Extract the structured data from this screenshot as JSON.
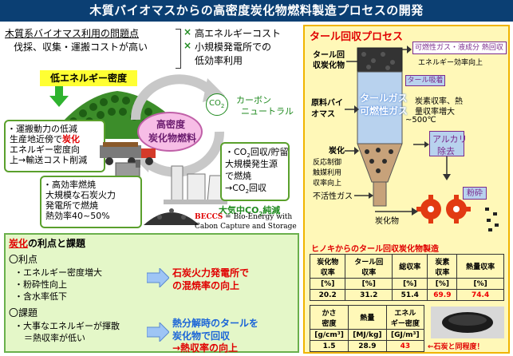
{
  "title": "木質バイオマスからの高密度炭化物燃料製造プロセスの開発",
  "left": {
    "problem_heading": "木質系バイオマス利用の問題点",
    "problem_text": "伐採、収集・運搬コストが高い",
    "check_items": [
      "高エネルギーコスト",
      "小規模発電所での",
      "低効率利用"
    ],
    "check_mark": "×",
    "low_energy_label": "低エネルギー密度",
    "transport_box": [
      "・運搬動力の低減",
      "生産地近傍で",
      "炭化",
      "エネルギー密度向",
      "上→輸送コスト削減"
    ],
    "center_label": [
      "高密度",
      "炭化物燃料"
    ],
    "co2_label": "CO",
    "co2_sub": "2",
    "carbon_neutral": [
      "カーボン",
      "ニュートラル"
    ],
    "co2_box": [
      "・CO",
      "2",
      "回収/貯留",
      "大規模発生源",
      "で燃焼",
      "→CO",
      "2",
      "回収"
    ],
    "efficiency_box": [
      "・高効率燃焼",
      "大規模な石炭火力",
      "発電所で燃焼",
      "熱効率40~50%"
    ],
    "negative_label": "大気中CO",
    "negative_sub": "2",
    "negative_suffix": "純減",
    "beccs": "BECCS",
    "beccs_text": "= Bio-Energy with",
    "beccs_text2": "Cabon Capture and Storage"
  },
  "merits": {
    "heading_a": "炭化",
    "heading_b": "の利点と課題",
    "merit_head": "〇利点",
    "merit_items": [
      "・エネルギー密度増大",
      "・粉砕性向上",
      "・含水率低下"
    ],
    "merit_result": [
      "石炭火力発電所で",
      "の混焼率の向上"
    ],
    "issue_head": "〇課題",
    "issue_items": [
      "・大事なエネルギーが揮散",
      "＝熱収率が低い"
    ],
    "issue_result": [
      "熱分解時のタールを",
      "炭化物で回収",
      "→熱収率の向上"
    ]
  },
  "process": {
    "heading": "タール回収プロセス",
    "feed_label": [
      "タール回",
      "収炭化物"
    ],
    "gas_label": "可燃性ガス・液成分 熱回収",
    "efficiency_label": "エネルギー効率向上",
    "tar_adsorb": "タール吸着",
    "vessel_top": "タールガス",
    "vessel_bottom": "可燃性ガス",
    "raw_label": [
      "原料バイ",
      "オマス"
    ],
    "char_effect": [
      "炭素収率、熱",
      "量収率増大"
    ],
    "temp": "~500℃",
    "char_label": "炭化",
    "reaction_label": [
      "反応制御",
      "触媒利用",
      "収率向上"
    ],
    "inert_gas": "不活性ガス",
    "alkali": [
      "アルカリ",
      "除去"
    ],
    "crush": "粉砕",
    "char_product": "炭化物"
  },
  "table": {
    "heading": "ヒノキからのタール回収炭化物製造",
    "row1_headers": [
      [
        "炭化物",
        "収率"
      ],
      [
        "タール回",
        "収率"
      ],
      [
        "総収率"
      ],
      [
        "炭素",
        "収率"
      ],
      [
        "熱量収率"
      ]
    ],
    "row1_units": [
      "[%]",
      "[%]",
      "[%]",
      "[%]",
      "[%]"
    ],
    "row1_values": [
      "20.2",
      "31.2",
      "51.4",
      "69.9",
      "74.4"
    ],
    "row2_headers": [
      [
        "かさ",
        "密度"
      ],
      [
        "熱量"
      ],
      [
        "エネル",
        "ギー密度"
      ]
    ],
    "row2_units": [
      "[g/cm³]",
      "[MJ/kg]",
      "[GJ/m³]"
    ],
    "row2_values": [
      "1.5",
      "28.9",
      "43"
    ],
    "coal_note": "←石炭と同程度！"
  },
  "colors": {
    "title_bg": "#0b3f73",
    "accent_red": "#e00000",
    "accent_blue": "#1a64d8",
    "green": "#1f8a1f",
    "purple": "#7a2a8c",
    "panel_yellow": "#fff8b8"
  }
}
